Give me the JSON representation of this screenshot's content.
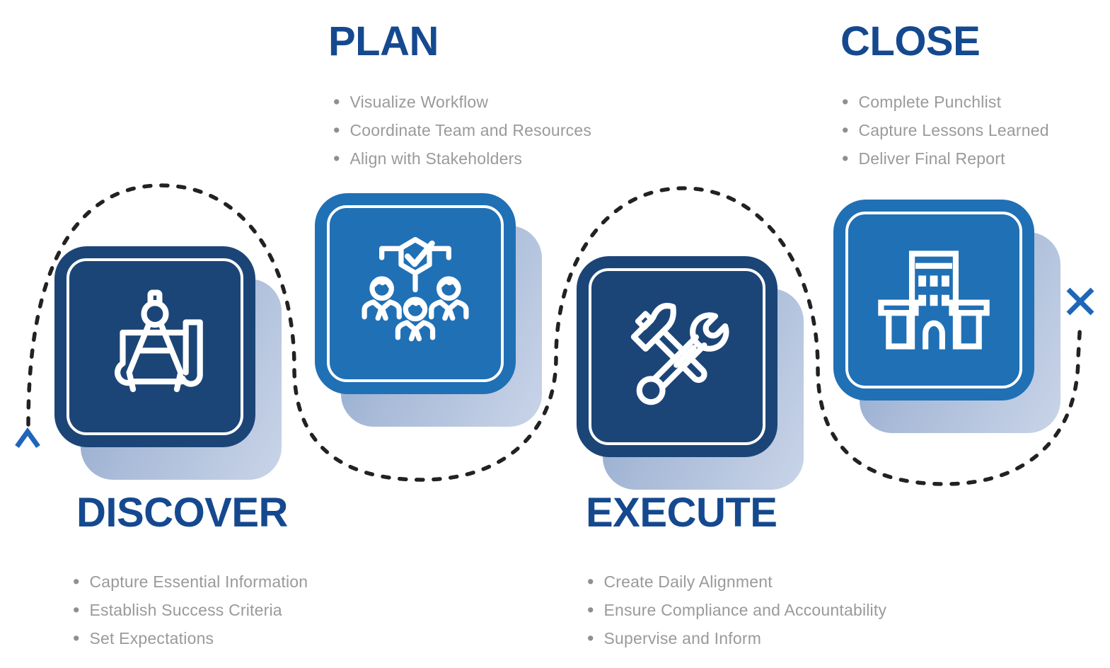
{
  "diagram": {
    "type": "process-flow-infographic",
    "stages": [
      {
        "id": "discover",
        "title": "DISCOVER",
        "icon": "drafting-compass-blueprint-icon",
        "square_color": "#1c4577",
        "bullets": [
          "Capture Essential Information",
          "Establish Success Criteria",
          "Set Expectations"
        ]
      },
      {
        "id": "plan",
        "title": "PLAN",
        "icon": "team-approval-icon",
        "square_color": "#2070b5",
        "bullets": [
          "Visualize Workflow",
          "Coordinate Team and Resources",
          "Align with Stakeholders"
        ]
      },
      {
        "id": "execute",
        "title": "EXECUTE",
        "icon": "hammer-wrench-icon",
        "square_color": "#1c4577",
        "bullets": [
          "Create Daily Alignment",
          "Ensure Compliance and Accountability",
          "Supervise and Inform"
        ]
      },
      {
        "id": "close",
        "title": "CLOSE",
        "icon": "building-icon",
        "square_color": "#2070b5",
        "bullets": [
          "Complete Punchlist",
          "Capture Lessons Learned",
          "Deliver Final Report"
        ]
      }
    ],
    "flow_path": {
      "style": "dotted",
      "color": "#222222",
      "start_marker": "chevron-up",
      "end_marker": "x-mark",
      "marker_color": "#1f65ba"
    },
    "colors": {
      "title_text": "#15498f",
      "bullet_text": "#9a9a9a",
      "square_dark": "#1c4577",
      "square_light": "#2070b5",
      "shadow_from": "#87a1c8",
      "shadow_to": "#c9d4e8",
      "background": "#ffffff"
    }
  }
}
